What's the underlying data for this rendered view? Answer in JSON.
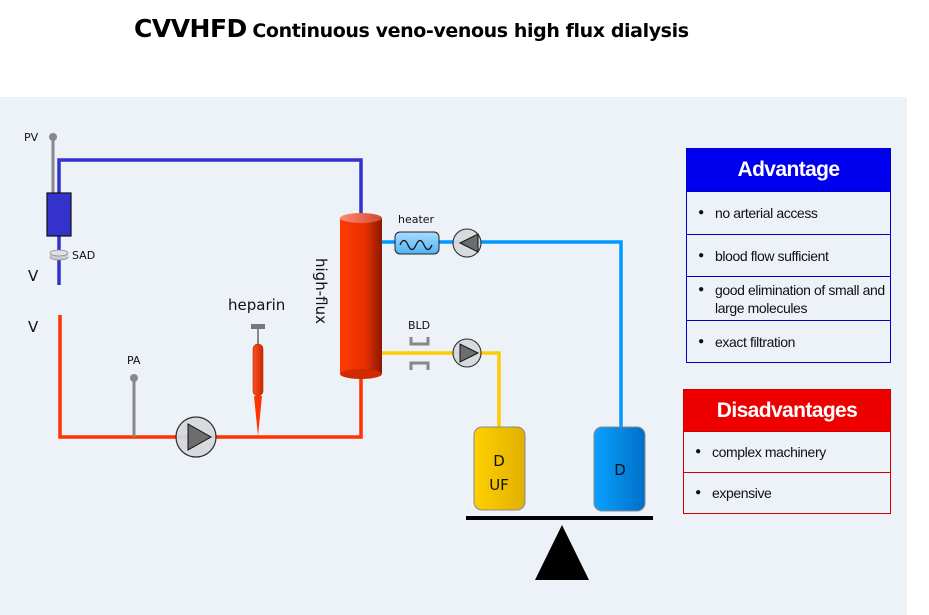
{
  "title": {
    "abbreviation": "CVVHFD",
    "full_name": "Continuous veno-venous high flux dialysis"
  },
  "diagram": {
    "labels": {
      "pv": "PV",
      "sad": "SAD",
      "v_top": "V",
      "v_bottom": "V",
      "pa": "PA",
      "heparin": "heparin",
      "filter": "high-flux",
      "heater": "heater",
      "bld": "BLD",
      "bag_duf_line1": "D",
      "bag_duf_line2": "UF",
      "bag_d": "D"
    },
    "colors": {
      "venous_line": "#3333cc",
      "arterial_line": "#ff3300",
      "dialysate_line": "#0099ff",
      "effluent_line": "#ffcc00",
      "filter": "#ff3300",
      "bag_effluent": "#ffcc00",
      "bag_dialysate": "#0099ff"
    }
  },
  "advantages": {
    "title": "Advantage",
    "color": "#0000ee",
    "items": [
      "no arterial access",
      "blood flow sufficient",
      "good elimination of small and large molecules",
      "exact filtration"
    ]
  },
  "disadvantages": {
    "title": "Disadvantages",
    "color": "#ee0000",
    "items": [
      "complex machinery",
      "expensive"
    ]
  },
  "bullet_glyph": "●"
}
